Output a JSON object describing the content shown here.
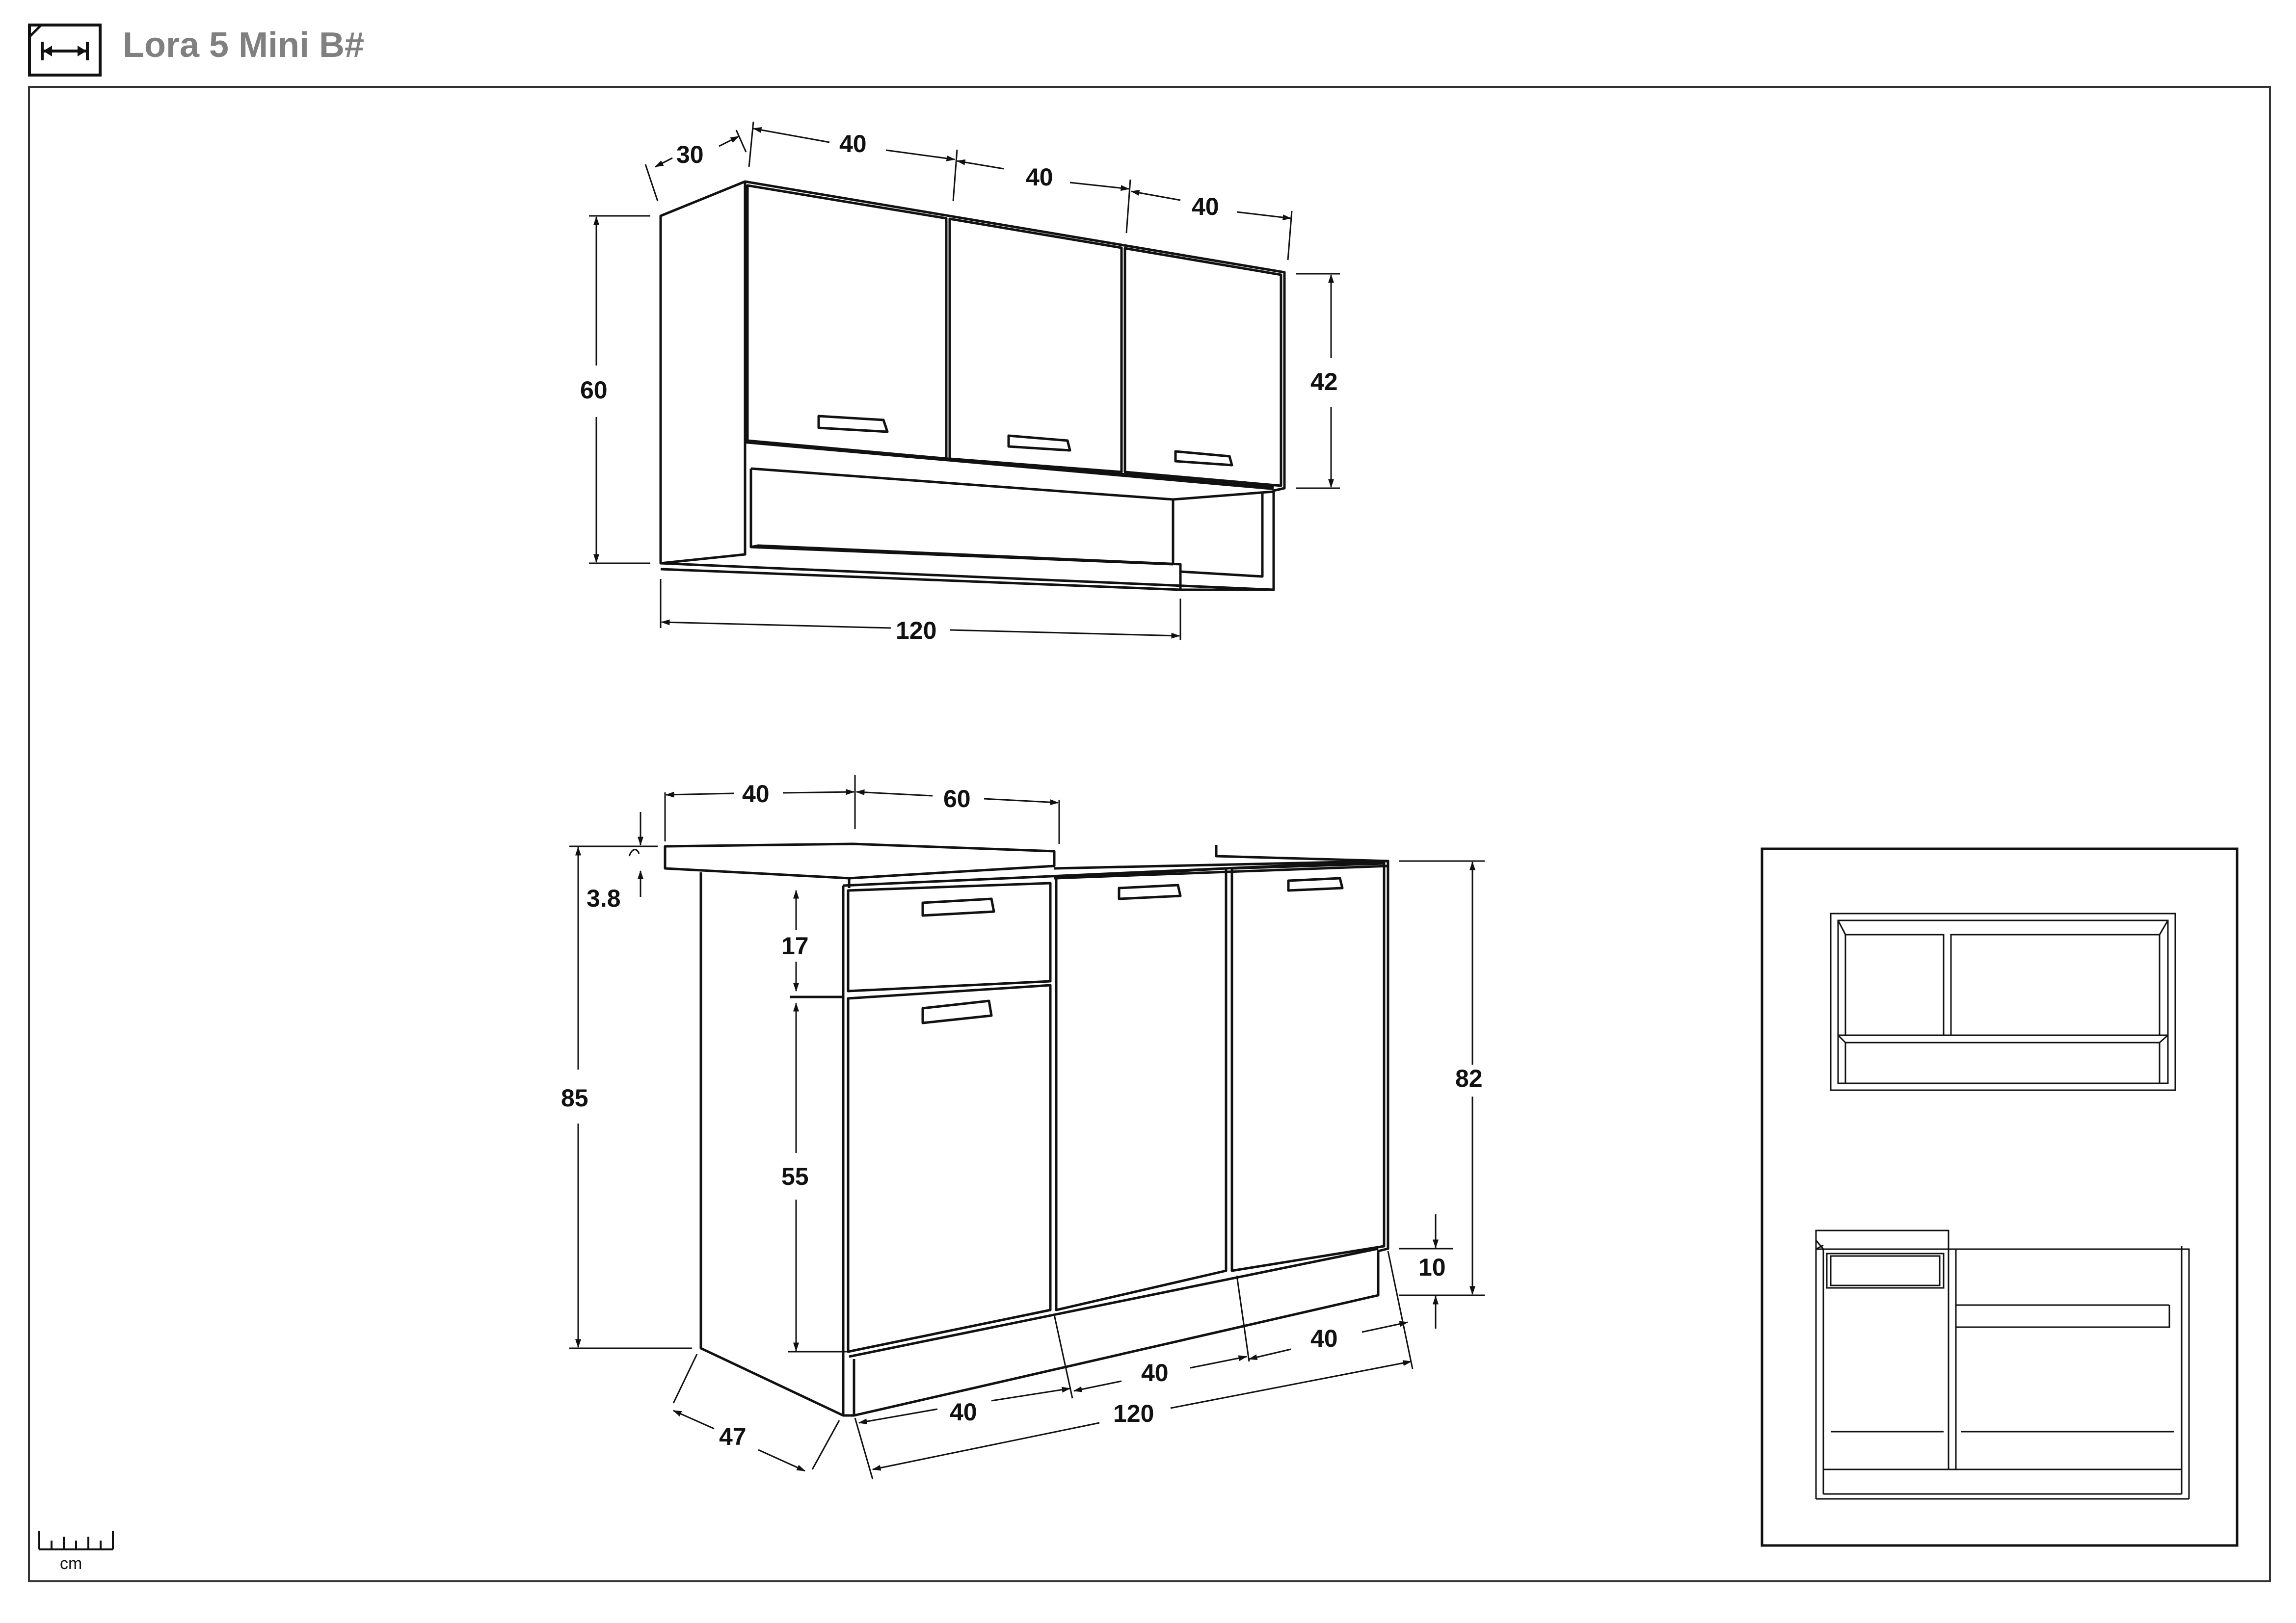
{
  "header": {
    "title": "Lora 5 Mini B#",
    "icon": "dimension-arrow-icon"
  },
  "scale": {
    "unit": "cm",
    "icon": "ruler-icon"
  },
  "upper_cabinet": {
    "depth": "30",
    "door_width_1": "40",
    "door_width_2": "40",
    "door_width_3": "40",
    "height": "60",
    "door_height": "42",
    "total_width": "120"
  },
  "lower_cabinet": {
    "top_section_1": "40",
    "top_section_2": "60",
    "worktop_thickness": "3.8",
    "drawer_height": "17",
    "door_height": "55",
    "total_height": "85",
    "carcass_height": "82",
    "plinth_height": "10",
    "depth": "47",
    "bottom_width_1": "40",
    "bottom_width_2": "40",
    "bottom_width_3": "40",
    "total_width": "120"
  },
  "colors": {
    "line": "#111111",
    "title": "#808080",
    "frame": "#333333"
  }
}
